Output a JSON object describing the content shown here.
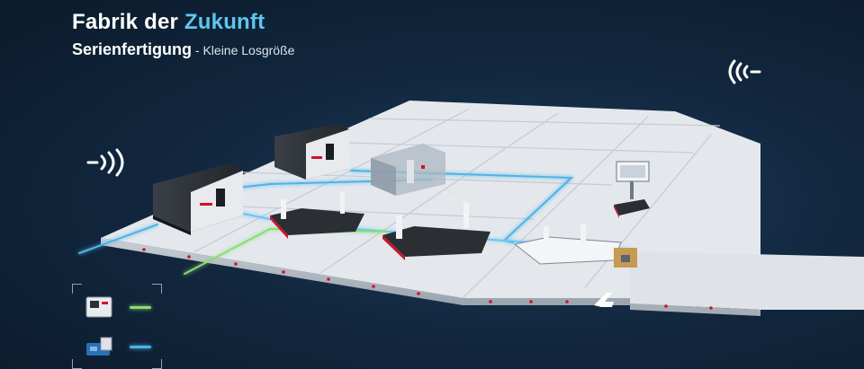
{
  "header": {
    "title_main": "Fabrik der ",
    "title_highlight": "Zukunft",
    "subtitle_bold": "Serienfertigung",
    "subtitle_light": " - Kleine Losgröße"
  },
  "colors": {
    "background": "#12283f",
    "title_highlight": "#5ec6ee",
    "legend_green": "#8bdc74",
    "legend_blue": "#4fb4e6",
    "floor_tile": "#e4e8ed"
  },
  "icons": {
    "left_signal": "wireless-signal-right-icon",
    "right_signal": "wireless-signal-left-icon",
    "floor_marker": "agv-marker-icon"
  },
  "legend": {
    "items": [
      {
        "icon": "controller-device-icon",
        "line_color": "#8bdc74"
      },
      {
        "icon": "drive-device-icon",
        "line_color": "#4fb4e6"
      }
    ]
  }
}
